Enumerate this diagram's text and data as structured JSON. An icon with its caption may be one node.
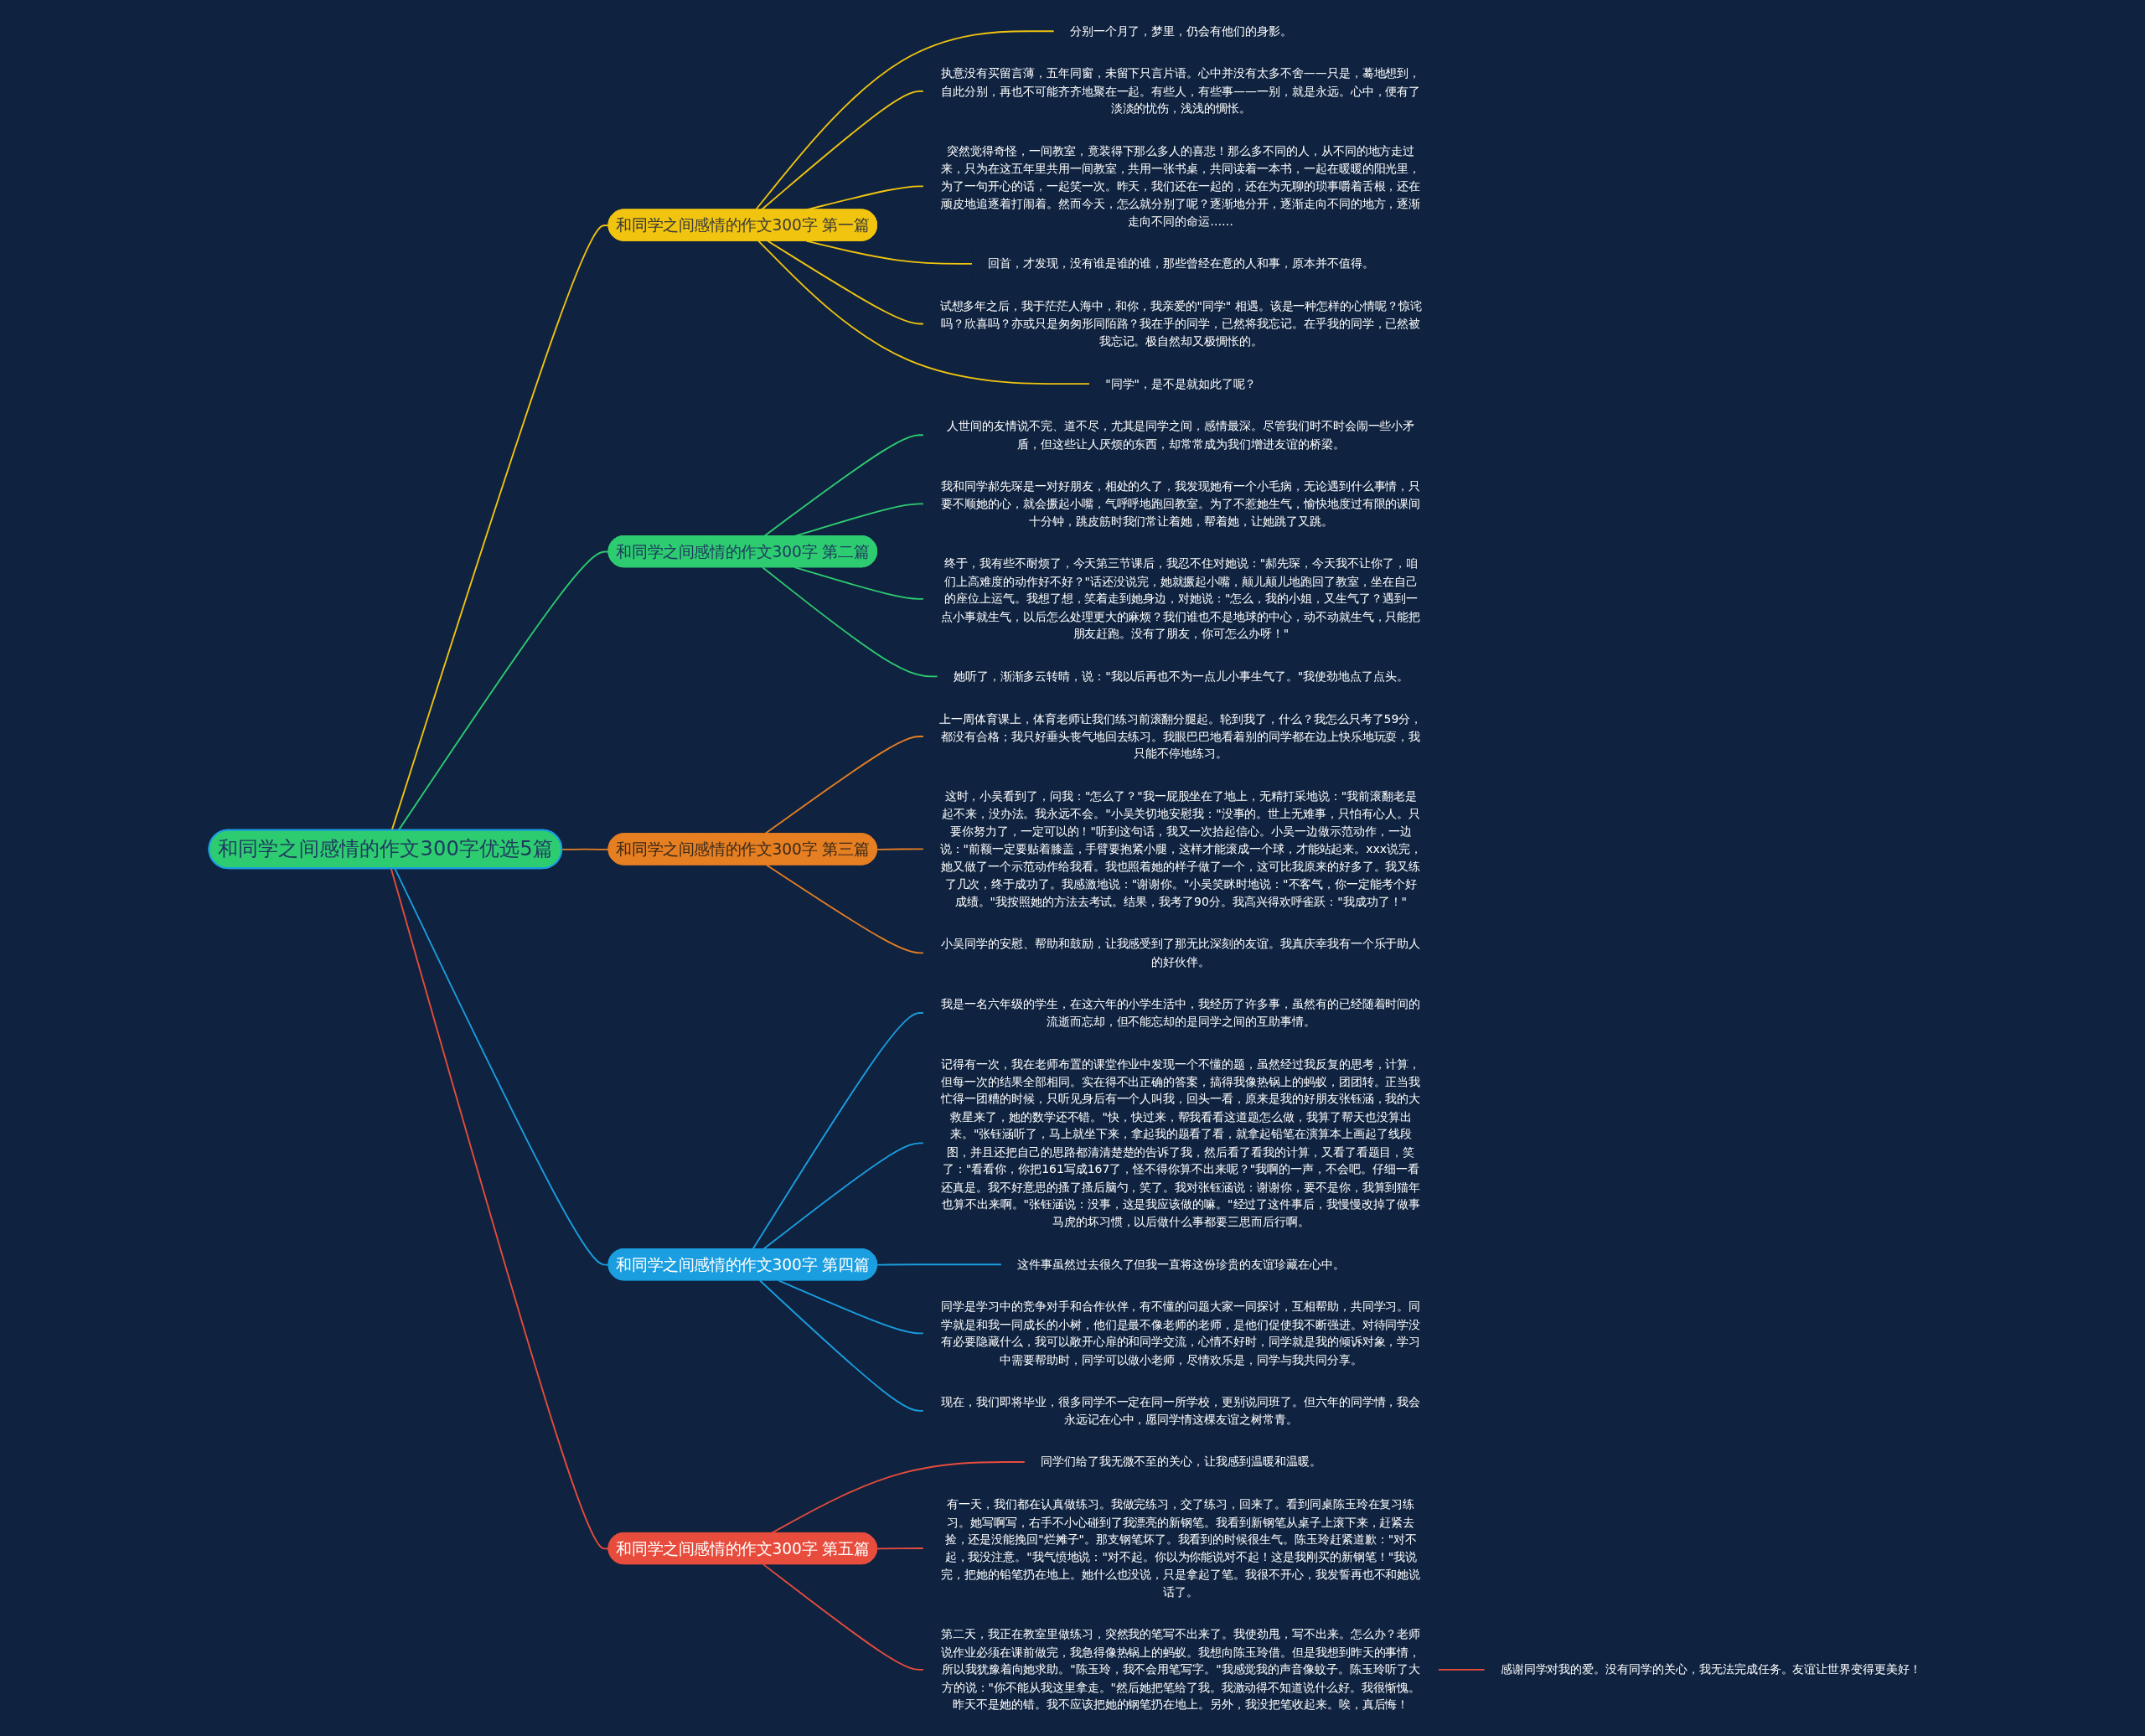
{
  "diagram": {
    "nodes": [
      {
        "text": [
          "和同学之间感情的作文300字优选5篇"
        ]
      },
      {
        "text": [
          "和同学之间感情的作文300字 第一篇"
        ]
      },
      {
        "text": [
          "分别一个月了，梦里，仍会有他们的身影。"
        ]
      },
      {
        "text": [
          "执意没有买留言薄，五年同窗，未留下只言片语。心中并没有太多不舍——只是，蓦地想到，自此分别，再也不可能齐齐地聚在一起。有些人，有些事——一别，就是永远。心中，便有了淡淡的忧伤，浅浅的惆怅。"
        ]
      },
      {
        "text": [
          "突然觉得奇怪，一间教室，竟装得下那么多人的喜悲！那么多不同的人，从不同的地方走过来，只为在这五年里共用一间教室，共用一张书桌，共同读着一本书，一起在暖暖的阳光里，为了一句开心的话，一起笑一次。昨天，我们还在一起的，还在为无聊的琐事嚼着舌根，还在顽皮地追逐着打闹着。然而今天，怎么就分别了呢？逐渐地分开，逐渐走向不同的地方，逐渐走向不同的命运……"
        ]
      },
      {
        "text": [
          "回首，才发现，没有谁是谁的谁，那些曾经在意的人和事，原本并不值得。"
        ]
      },
      {
        "text": [
          "试想多年之后，我于茫茫人海中，和你，我亲爱的\"同学\" 相遇。该是一种怎样的心情呢？惊诧吗？欣喜吗？亦或只是匆匆形同陌路？我在乎的同学，已然将我忘记。在乎我的同学，已然被我忘记。极自然却又极惆怅的。"
        ]
      },
      {
        "text": [
          "\"同学\"，是不是就如此了呢？"
        ]
      },
      {
        "text": [
          "和同学之间感情的作文300字 第二篇"
        ]
      },
      {
        "text": [
          "人世间的友情说不完、道不尽，尤其是同学之间，感情最深。尽管我们时不时会闹一些小矛盾，但这些让人厌烦的东西，却常常成为我们增进友谊的桥梁。"
        ]
      },
      {
        "text": [
          "我和同学郝先琛是一对好朋友，相处的久了，我发现她有一个小毛病，无论遇到什么事情，只要不顺她的心，就会撅起小嘴，气呼呼地跑回教室。为了不惹她生气，愉快地度过有限的课间十分钟，跳皮筋时我们常让着她，帮着她，让她跳了又跳。"
        ]
      },
      {
        "text": [
          "终于，我有些不耐烦了，今天第三节课后，我忍不住对她说：\"郝先琛，今天我不让你了，咱们上高难度的动作好不好？\"话还没说完，她就撅起小嘴，颠儿颠儿地跑回了教室，坐在自己的座位上运气。我想了想，笑着走到她身边，对她说：\"怎么，我的小姐，又生气了？遇到一点小事就生气，以后怎么处理更大的麻烦？我们谁也不是地球的中心，动不动就生气，只能把朋友赶跑。没有了朋友，你可怎么办呀！\""
        ]
      },
      {
        "text": [
          "她听了，渐渐多云转晴，说：\"我以后再也不为一点儿小事生气了。\"我使劲地点了点头。"
        ]
      },
      {
        "text": [
          "和同学之间感情的作文300字 第三篇"
        ]
      },
      {
        "text": [
          "上一周体育课上，体育老师让我们练习前滚翻分腿起。轮到我了，什么？我怎么只考了59分，都没有合格；我只好垂头丧气地回去练习。我眼巴巴地看着别的同学都在边上快乐地玩耍，我只能不停地练习。"
        ]
      },
      {
        "text": [
          "这时，小吴看到了，问我：\"怎么了？\"我一屁股坐在了地上，无精打采地说：\"我前滚翻老是起不来，没办法。我永远不会。\"小吴关切地安慰我：\"没事的。世上无难事，只怕有心人。只要你努力了，一定可以的！\"听到这句话，我又一次拾起信心。小吴一边做示范动作，一边说：\"前额一定要贴着膝盖，手臂要抱紧小腿，这样才能滚成一个球，才能站起来。xxx说完，她又做了一个示范动作给我看。我也照着她的样子做了一个，这可比我原来的好多了。我又练了几次，终于成功了。我感激地说：\"谢谢你。\"小吴笑眯时地说：\"不客气，你一定能考个好成绩。\"我按照她的方法去考试。结果，我考了90分。我高兴得欢呼雀跃：\"我成功了！\""
        ]
      },
      {
        "text": [
          "小吴同学的安慰、帮助和鼓励，让我感受到了那无比深刻的友谊。我真庆幸我有一个乐于助人的好伙伴。"
        ]
      },
      {
        "text": [
          "和同学之间感情的作文300字 第四篇"
        ]
      },
      {
        "text": [
          "我是一名六年级的学生，在这六年的小学生活中，我经历了许多事，虽然有的已经随着时间的流逝而忘却，但不能忘却的是同学之间的互助事情。"
        ]
      },
      {
        "text": [
          "记得有一次，我在老师布置的课堂作业中发现一个不懂的题，虽然经过我反复的思考，计算，但每一次的结果全部相同。实在得不出正确的答案，搞得我像热锅上的蚂蚁，团团转。正当我忙得一团糟的时候，只听见身后有一个人叫我，回头一看，原来是我的好朋友张钰涵，我的大救星来了，她的数学还不错。\"快，快过来，帮我看看这道题怎么做，我算了帮天也没算出来。\"张钰涵听了，马上就坐下来，拿起我的题看了看，就拿起铅笔在演算本上画起了线段图，并且还把自己的思路都清清楚楚的告诉了我，然后看了看我的计算，又看了看题目，笑了：\"看看你，你把161写成167了，怪不得你算不出来呢？\"我啊的一声，不会吧。仔细一看还真是。我不好意思的搔了搔后脑勺，笑了。我对张钰涵说：谢谢你，要不是你，我算到猫年也算不出来啊。\"张钰涵说：没事，这是我应该做的嘛。\"经过了这件事后，我慢慢改掉了做事马虎的坏习惯，以后做什么事都要三思而后行啊。"
        ]
      },
      {
        "text": [
          "这件事虽然过去很久了但我一直将这份珍贵的友谊珍藏在心中。"
        ]
      },
      {
        "text": [
          "同学是学习中的竞争对手和合作伙伴，有不懂的问题大家一同探讨，互相帮助，共同学习。同学就是和我一同成长的小树，他们是最不像老师的老师，是他们促使我不断强进。对待同学没有必要隐藏什么，我可以敞开心扉的和同学交流，心情不好时，同学就是我的倾诉对象，学习中需要帮助时，同学可以做小老师，尽情欢乐是，同学与我共同分享。"
        ]
      },
      {
        "text": [
          "现在，我们即将毕业，很多同学不一定在同一所学校，更别说同班了。但六年的同学情，我会永远记在心中，愿同学情这棵友谊之树常青。"
        ]
      },
      {
        "text": [
          "和同学之间感情的作文300字 第五篇"
        ]
      },
      {
        "text": [
          "同学们给了我无微不至的关心，让我感到温暖和温暖。"
        ]
      },
      {
        "text": [
          "有一天，我们都在认真做练习。我做完练习，交了练习，回来了。看到同桌陈玉玲在复习练习。她写啊写，右手不小心碰到了我漂亮的新钢笔。我看到新钢笔从桌子上滚下来，赶紧去捡，还是没能挽回\"烂摊子\"。那支钢笔坏了。我看到的时候很生气。陈玉玲赶紧道歉：\"对不起，我没注意。\"我气愤地说：\"对不起。你以为你能说对不起！这是我刚买的新钢笔！\"我说完，把她的铅笔扔在地上。她什么也没说，只是拿起了笔。我很不开心，我发誓再也不和她说话了。"
        ]
      },
      {
        "text": [
          "第二天，我正在教室里做练习，突然我的笔写不出来了。我使劲甩，写不出来。怎么办？老师说作业必须在课前做完，我急得像热锅上的蚂蚁。我想向陈玉玲借。但是我想到昨天的事情，所以我犹豫着向她求助。\"陈玉玲，我不会用笔写字。\"我感觉我的声音像蚊子。陈玉玲听了大方的说：\"你不能从我这里拿走。\"然后她把笔给了我。我激动得不知道说什么好。我很惭愧。昨天不是她的错。我不应该把她的钢笔扔在地上。另外，我没把笔收起来。唉，真后悔！"
        ]
      },
      {
        "text": [
          "感谢同学对我的爱。没有同学的关心，我无法完成任务。友谊让世界变得更美好！"
        ]
      }
    ],
    "edges": [
      {
        "from": 0,
        "to": 1,
        "arrow": "none",
        "color": "#f1c40f"
      },
      {
        "from": 1,
        "to": 2,
        "arrow": "none",
        "color": "#f1c40f"
      },
      {
        "from": 1,
        "to": 3,
        "arrow": "none",
        "color": "#f1c40f"
      },
      {
        "from": 1,
        "to": 4,
        "arrow": "none",
        "color": "#f1c40f"
      },
      {
        "from": 1,
        "to": 5,
        "arrow": "none",
        "color": "#f1c40f"
      },
      {
        "from": 1,
        "to": 6,
        "arrow": "none",
        "color": "#f1c40f"
      },
      {
        "from": 1,
        "to": 7,
        "arrow": "none",
        "color": "#f1c40f"
      },
      {
        "from": 0,
        "to": 8,
        "arrow": "none",
        "color": "#2ecc71"
      },
      {
        "from": 8,
        "to": 9,
        "arrow": "none",
        "color": "#2ecc71"
      },
      {
        "from": 8,
        "to": 10,
        "arrow": "none",
        "color": "#2ecc71"
      },
      {
        "from": 8,
        "to": 11,
        "arrow": "none",
        "color": "#2ecc71"
      },
      {
        "from": 8,
        "to": 12,
        "arrow": "none",
        "color": "#2ecc71"
      },
      {
        "from": 0,
        "to": 13,
        "arrow": "none",
        "color": "#e67e22"
      },
      {
        "from": 13,
        "to": 14,
        "arrow": "none",
        "color": "#e67e22"
      },
      {
        "from": 13,
        "to": 15,
        "arrow": "none",
        "color": "#e67e22"
      },
      {
        "from": 13,
        "to": 16,
        "arrow": "none",
        "color": "#e67e22"
      },
      {
        "from": 0,
        "to": 17,
        "arrow": "none",
        "color": "#1a9ee0"
      },
      {
        "from": 17,
        "to": 18,
        "arrow": "none",
        "color": "#1a9ee0"
      },
      {
        "from": 17,
        "to": 19,
        "arrow": "none",
        "color": "#1a9ee0"
      },
      {
        "from": 17,
        "to": 20,
        "arrow": "none",
        "color": "#1a9ee0"
      },
      {
        "from": 17,
        "to": 21,
        "arrow": "none",
        "color": "#1a9ee0"
      },
      {
        "from": 17,
        "to": 22,
        "arrow": "none",
        "color": "#1a9ee0"
      },
      {
        "from": 0,
        "to": 23,
        "arrow": "none",
        "color": "#e74c3c"
      },
      {
        "from": 23,
        "to": 24,
        "arrow": "none",
        "color": "#e74c3c"
      },
      {
        "from": 23,
        "to": 25,
        "arrow": "none",
        "color": "#e74c3c"
      },
      {
        "from": 23,
        "to": 26,
        "arrow": "none",
        "color": "#e74c3c"
      },
      {
        "from": 26,
        "to": 27,
        "arrow": "none",
        "color": "#e74c3c"
      }
    ]
  }
}
